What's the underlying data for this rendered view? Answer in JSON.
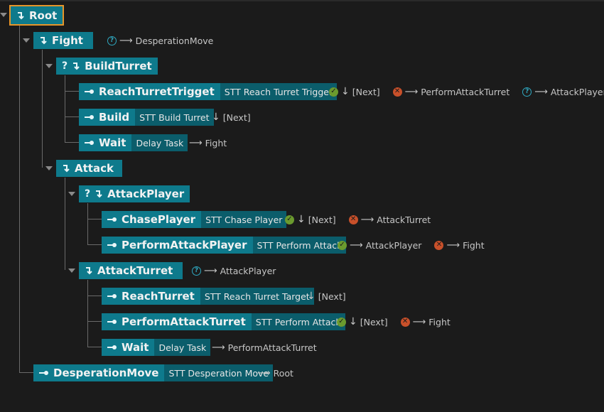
{
  "colors": {
    "state": "#0e7a8c",
    "task_bg": "#0b5d6b",
    "selected_outline": "#e6952a",
    "success": "#6b9a2e",
    "failure": "#c8502a",
    "condition": "#2fa8c0"
  },
  "nodes": {
    "root": {
      "label": "Root"
    },
    "fight": {
      "label": "Fight",
      "cond_target": "DesperationMove"
    },
    "build_turret": {
      "label": "BuildTurret"
    },
    "reach_turret_trigger": {
      "label": "ReachTurretTrigget",
      "task": "STT Reach Turret Trigger",
      "next": "[Next]",
      "fail_target": "PerformAttackTurret",
      "cond_target": "AttackPlayer"
    },
    "build": {
      "label": "Build",
      "task": "STT Build Turret",
      "next": "[Next]"
    },
    "wait1": {
      "label": "Wait",
      "task": "Delay Task",
      "target": "Fight"
    },
    "attack": {
      "label": "Attack"
    },
    "attack_player": {
      "label": "AttackPlayer"
    },
    "chase_player": {
      "label": "ChasePlayer",
      "task": "STT Chase Player",
      "next": "[Next]",
      "fail_target": "AttackTurret"
    },
    "perform_attack_player": {
      "label": "PerformAttackPlayer",
      "task": "STT Perform Attack",
      "success_target": "AttackPlayer",
      "fail_target": "Fight"
    },
    "attack_turret": {
      "label": "AttackTurret",
      "cond_target": "AttackPlayer"
    },
    "reach_turret": {
      "label": "ReachTurret",
      "task": "STT Reach Turret Target",
      "next": "[Next]"
    },
    "perform_attack_turret": {
      "label": "PerformAttackTurret",
      "task": "STT Perform Attack",
      "next": "[Next]",
      "fail_target": "Fight"
    },
    "wait2": {
      "label": "Wait",
      "task": "Delay Task",
      "target": "PerformAttackTurret"
    },
    "desperation_move": {
      "label": "DesperationMove",
      "task": "STT Desperation Move",
      "target": "Root"
    }
  },
  "icons": {
    "state": "state-branch-icon",
    "task": "task-leaf-icon",
    "selector": "question-mark",
    "success": "checkmark",
    "failure": "x-mark",
    "condition": "question-circle",
    "goto": "arrow-right",
    "next": "arrow-down"
  }
}
